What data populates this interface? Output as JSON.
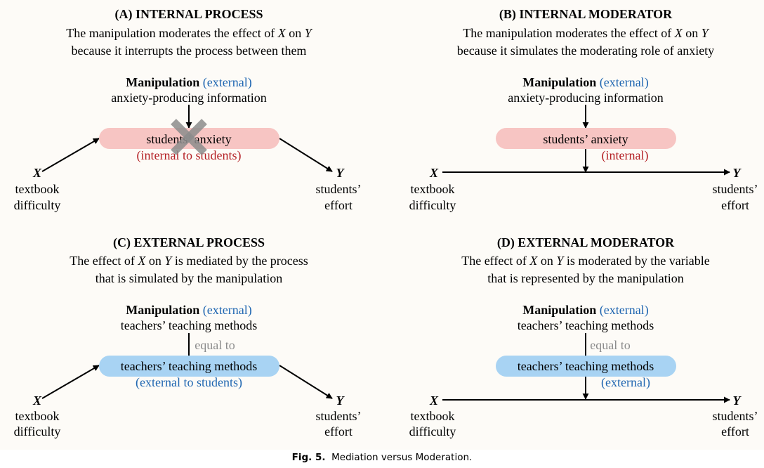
{
  "panels": {
    "a": {
      "title": "(A) INTERNAL PROCESS",
      "desc_line1_pre": "The manipulation moderates the effect of ",
      "desc_line1_x": "X",
      "desc_line1_mid": " on ",
      "desc_line1_y": "Y",
      "desc_line2": "because it interrupts the process between them",
      "manip_label": "Manipulation",
      "manip_tag": "(external)",
      "manip_text": "anxiety-producing information",
      "box_text": "students’ anxiety",
      "box_tag": "(internal to students)",
      "x_var": "X",
      "x_line1": "textbook",
      "x_line2": "difficulty",
      "y_var": "Y",
      "y_line1": "students’",
      "y_line2": "effort"
    },
    "b": {
      "title": "(B) INTERNAL MODERATOR",
      "desc_line1_pre": "The manipulation moderates the effect of ",
      "desc_line1_x": "X",
      "desc_line1_mid": " on ",
      "desc_line1_y": "Y",
      "desc_line2": "because it simulates the moderating role of anxiety",
      "manip_label": "Manipulation",
      "manip_tag": "(external)",
      "manip_text": "anxiety-producing information",
      "box_text": "students’ anxiety",
      "box_tag": "(internal)",
      "x_var": "X",
      "x_line1": "textbook",
      "x_line2": "difficulty",
      "y_var": "Y",
      "y_line1": "students’",
      "y_line2": "effort"
    },
    "c": {
      "title": "(C) EXTERNAL PROCESS",
      "desc_line1_pre": "The effect of ",
      "desc_line1_x": "X",
      "desc_line1_mid": " on ",
      "desc_line1_y": "Y",
      "desc_line1_post": " is mediated by the process",
      "desc_line2": "that is simulated by the manipulation",
      "manip_label": "Manipulation",
      "manip_tag": "(external)",
      "manip_text": "teachers’ teaching methods",
      "equal_text": "equal to",
      "box_text": "teachers’ teaching methods",
      "box_tag": "(external to students)",
      "x_var": "X",
      "x_line1": "textbook",
      "x_line2": "difficulty",
      "y_var": "Y",
      "y_line1": "students’",
      "y_line2": "effort"
    },
    "d": {
      "title": "(D) EXTERNAL MODERATOR",
      "desc_line1_pre": "The effect of ",
      "desc_line1_x": "X",
      "desc_line1_mid": " on ",
      "desc_line1_y": "Y",
      "desc_line1_post": " is moderated by the variable",
      "desc_line2": "that is represented by the manipulation",
      "manip_label": "Manipulation",
      "manip_tag": "(external)",
      "manip_text": "teachers’ teaching methods",
      "equal_text": "equal to",
      "box_text": "teachers’ teaching methods",
      "box_tag": "(external)",
      "x_var": "X",
      "x_line1": "textbook",
      "x_line2": "difficulty",
      "y_var": "Y",
      "y_line1": "students’",
      "y_line2": "effort"
    }
  },
  "caption": {
    "label": "Fig. 5.",
    "text": "Mediation versus Moderation."
  },
  "colors": {
    "external_blue": "#1f66b1",
    "internal_red": "#b42025",
    "pink_box": "#f7c5c3",
    "blue_box": "#a8d3f3",
    "cross_gray": "#8c8c8c"
  }
}
